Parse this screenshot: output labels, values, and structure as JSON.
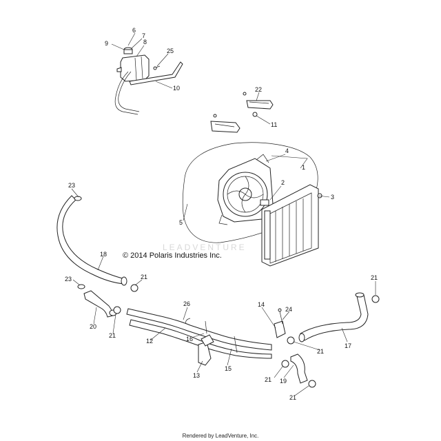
{
  "copyright": "© 2014 Polaris Industries Inc.",
  "watermark": "LEADVENTURE",
  "footer": "Rendered by LeadVenture, Inc.",
  "callouts": {
    "c1": "1",
    "c2": "2",
    "c3": "3",
    "c4": "4",
    "c5": "5",
    "c6": "6",
    "c7": "7",
    "c8": "8",
    "c9": "9",
    "c10": "10",
    "c11": "11",
    "c12": "12",
    "c13": "13",
    "c14": "14",
    "c15": "15",
    "c16": "16",
    "c17": "17",
    "c18": "18",
    "c19": "19",
    "c20": "20",
    "c21a": "21",
    "c21b": "21",
    "c21c": "21",
    "c21d": "21",
    "c21e": "21",
    "c21f": "21",
    "c22": "22",
    "c23a": "23",
    "c23b": "23",
    "c24": "24",
    "c25": "25",
    "c26": "26"
  }
}
